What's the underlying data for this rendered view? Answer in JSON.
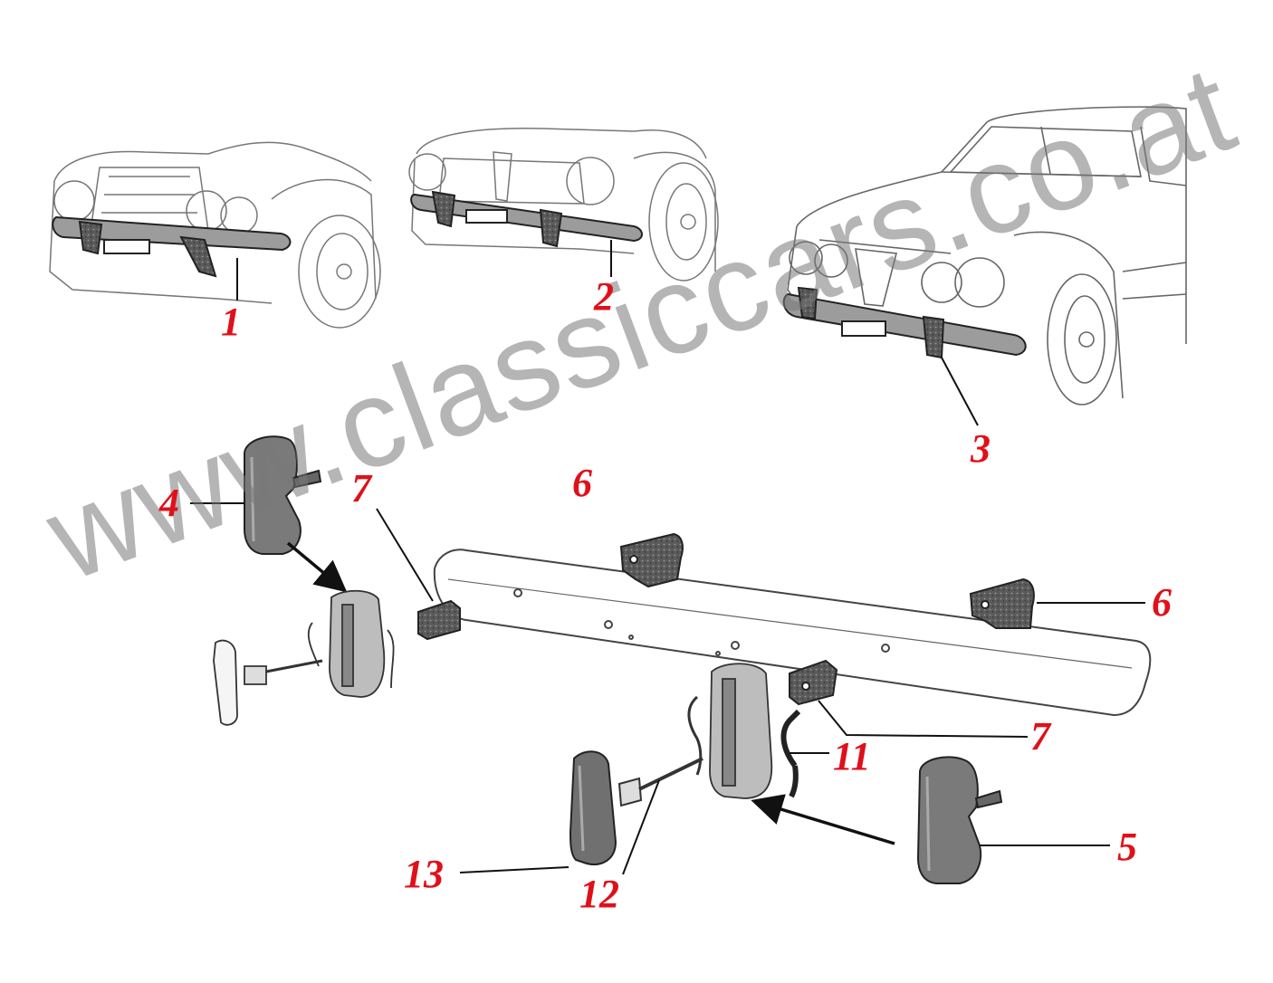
{
  "colors": {
    "callout": "#e0101a",
    "line_art": "#555555",
    "part_fill": "#6e6e6e",
    "watermark": "#808080"
  },
  "watermark": {
    "text": "www.classiccars.co.at"
  },
  "callouts": [
    {
      "id": "c1",
      "label": "1"
    },
    {
      "id": "c2",
      "label": "2"
    },
    {
      "id": "c3",
      "label": "3"
    },
    {
      "id": "c4",
      "label": "4"
    },
    {
      "id": "c5",
      "label": "5"
    },
    {
      "id": "c6a",
      "label": "6"
    },
    {
      "id": "c6b",
      "label": "6"
    },
    {
      "id": "c7a",
      "label": "7"
    },
    {
      "id": "c7b",
      "label": "7"
    },
    {
      "id": "c11",
      "label": "11"
    },
    {
      "id": "c12",
      "label": "12"
    },
    {
      "id": "c13",
      "label": "13"
    }
  ]
}
